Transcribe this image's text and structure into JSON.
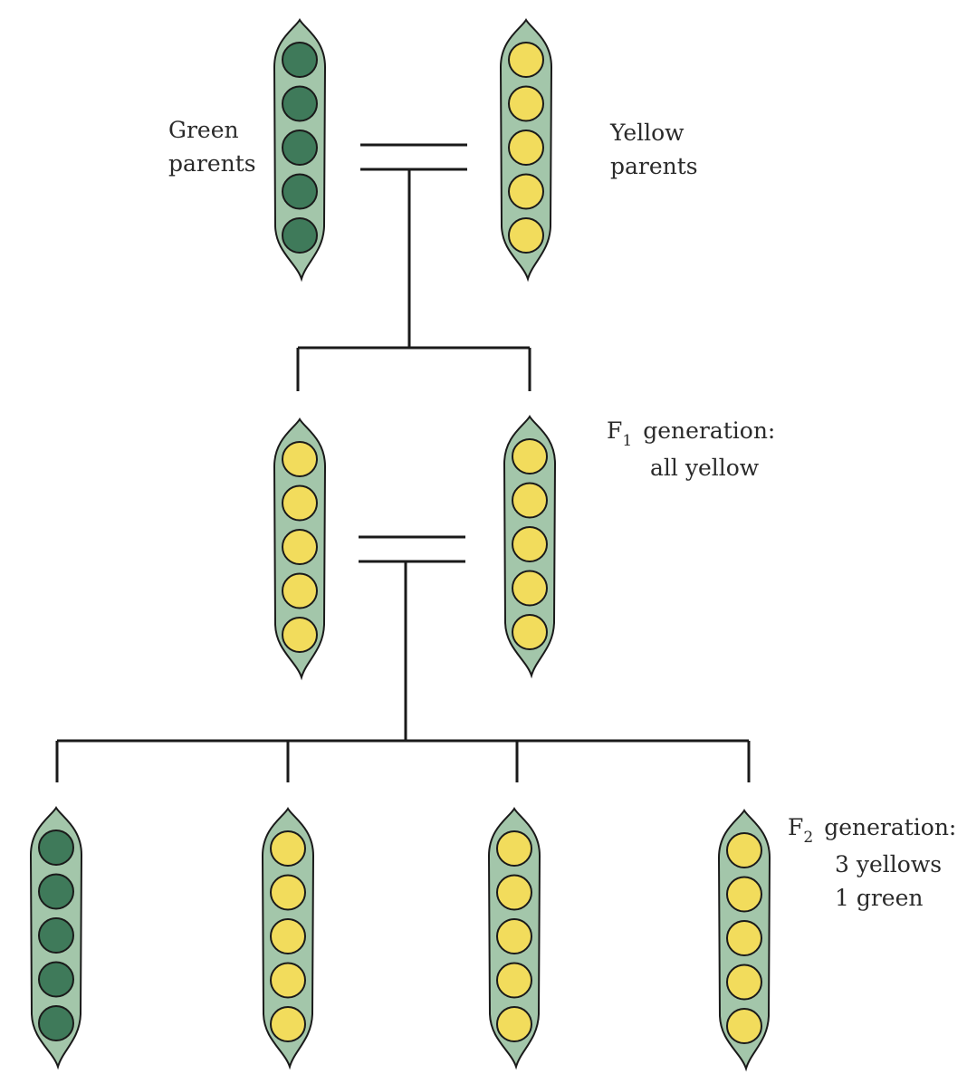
{
  "parents": {
    "green_label_line1": "Green",
    "green_label_line2": "parents",
    "yellow_label_line1": "Yellow",
    "yellow_label_line2": "parents"
  },
  "f1": {
    "prefix": "F",
    "subscript": "1",
    "line1": "generation:",
    "line2": "all  yellow"
  },
  "f2": {
    "prefix": "F",
    "subscript": "2",
    "line1": "generation:",
    "line2": "3  yellows",
    "line3": "1  green"
  },
  "colors": {
    "pod_fill": "#a3c6aa",
    "green_seed": "#3f7a5a",
    "yellow_seed": "#f2dc5c",
    "outline": "#1a1a1a"
  },
  "pods": [
    {
      "generation": "parent",
      "seed_color": "green"
    },
    {
      "generation": "parent",
      "seed_color": "yellow"
    },
    {
      "generation": "F1",
      "seed_color": "yellow"
    },
    {
      "generation": "F1",
      "seed_color": "yellow"
    },
    {
      "generation": "F2",
      "seed_color": "green"
    },
    {
      "generation": "F2",
      "seed_color": "yellow"
    },
    {
      "generation": "F2",
      "seed_color": "yellow"
    },
    {
      "generation": "F2",
      "seed_color": "yellow"
    }
  ]
}
